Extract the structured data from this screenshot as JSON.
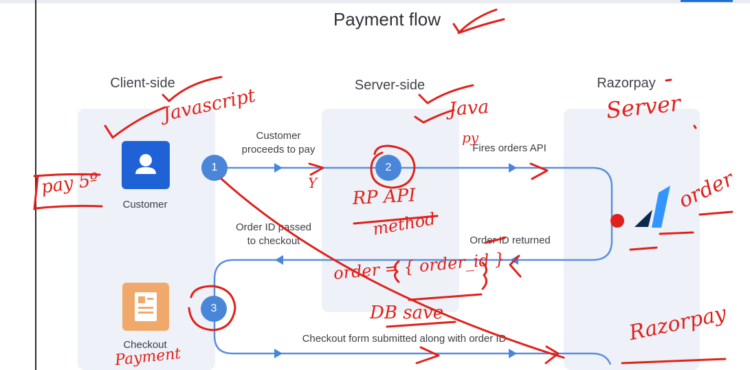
{
  "title": "Payment flow",
  "columns": {
    "client": "Client-side",
    "server": "Server-side",
    "razorpay": "Razorpay"
  },
  "nodes": {
    "customer": "Customer",
    "checkout": "Checkout"
  },
  "steps": [
    "1",
    "2",
    "3"
  ],
  "edge_labels": {
    "customer_proceeds_line1": "Customer",
    "customer_proceeds_line2": "proceeds to pay",
    "fires_orders": "Fires orders API",
    "order_id_returned": "Order ID returned",
    "order_id_passed_line1": "Order ID passed",
    "order_id_passed_line2": "to checkout",
    "checkout_submitted": "Checkout form submitted along with order ID"
  },
  "handwriting": {
    "javascript": "Javascript",
    "java": "Java",
    "py": "py",
    "server": "Server",
    "pay": "pay 5º",
    "rp_api": "RP API",
    "method": "method",
    "order": "order",
    "order_eq": "order = { order_id }",
    "db_save": "DB save",
    "razorpay": "Razorpay",
    "y": "Y",
    "payment": "Payment"
  },
  "colors": {
    "accent": "#4a86d8",
    "ink": "#e0211b",
    "panel": "#eef1f7",
    "customer_icon": "#1f62d6",
    "checkout_icon": "#f0a96a"
  }
}
